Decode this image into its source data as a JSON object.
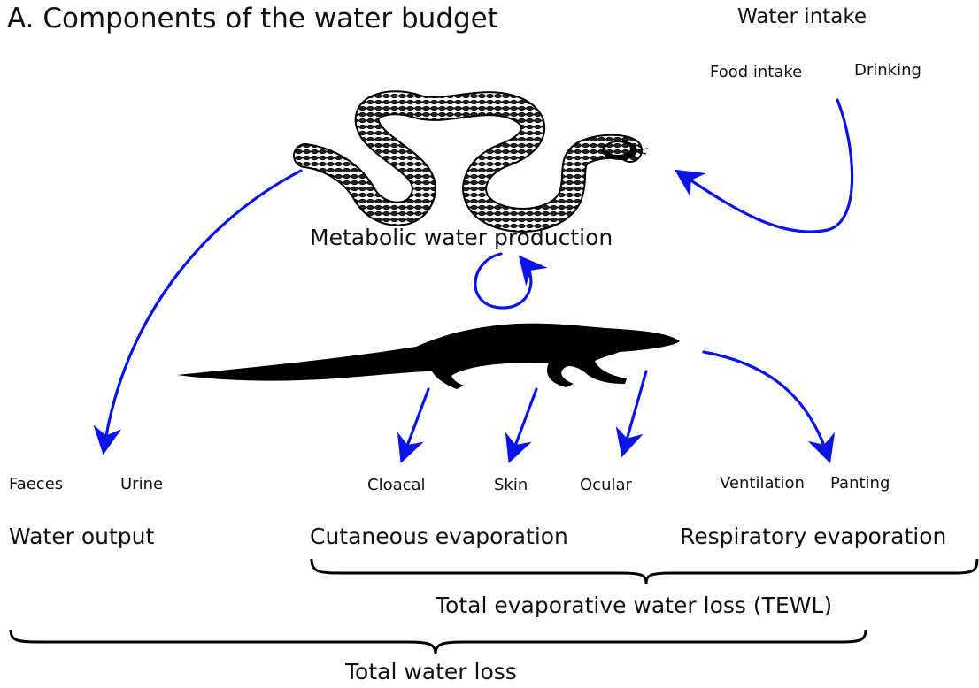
{
  "title": "A. Components of the water budget",
  "intake": {
    "heading": "Water intake",
    "food": "Food intake",
    "drinking": "Drinking"
  },
  "metabolic": "Metabolic water production",
  "output": {
    "heading": "Water output",
    "faeces": "Faeces",
    "urine": "Urine"
  },
  "cutaneous": {
    "heading": "Cutaneous evaporation",
    "cloacal": "Cloacal",
    "skin": "Skin",
    "ocular": "Ocular"
  },
  "respiratory": {
    "heading": "Respiratory evaporation",
    "ventilation": "Ventilation",
    "panting": "Panting"
  },
  "tewl": "Total evaporative water loss (TEWL)",
  "total_loss": "Total water loss",
  "colors": {
    "arrow": "#0a14e6",
    "text": "#111111",
    "silhouette": "#000000"
  },
  "icons": [
    "snake-icon",
    "lizard-icon"
  ]
}
